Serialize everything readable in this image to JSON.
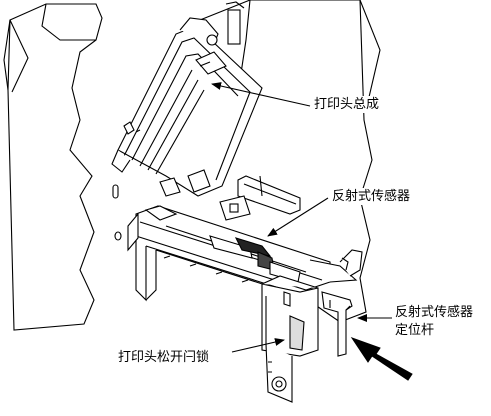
{
  "labels": {
    "printhead_assembly": "打印头总成",
    "reflective_sensor": "反射式传感器",
    "sensor_locator_line1": "反射式传感器",
    "sensor_locator_line2": "定位杆",
    "printhead_release_latch": "打印头松开闩锁"
  }
}
